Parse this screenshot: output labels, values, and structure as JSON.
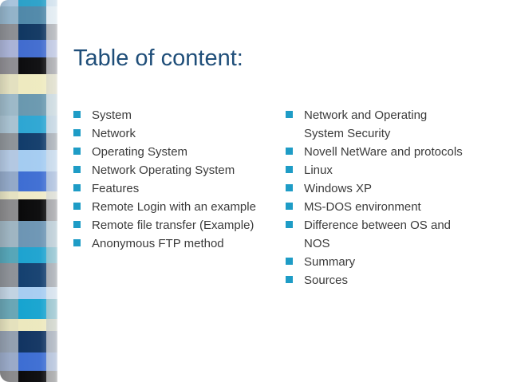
{
  "slide": {
    "title": "Table of content:",
    "colors": {
      "title": "#1f4e79",
      "text": "#3b3b3b",
      "bullet": "#1e9cc6",
      "background": "#ffffff"
    },
    "columns": [
      {
        "items": [
          "System",
          "Network",
          "Operating System",
          "Network Operating System",
          "Features",
          "Remote Login with an example",
          "Remote file transfer (Example)",
          "Anonymous FTP method"
        ]
      },
      {
        "items": [
          "Network and Operating System Security",
          "Novell NetWare and protocols",
          "Linux",
          "Windows XP",
          "MS-DOS environment",
          "Difference between OS and NOS",
          "Summary",
          "Sources"
        ]
      }
    ]
  },
  "mosaic": {
    "bands": [
      {
        "h": 8,
        "l": "#a9c4dc",
        "c": "#29a0c8",
        "r": "#c9dcea"
      },
      {
        "h": 22,
        "l": "#93b3c9",
        "c": "#4e87a8",
        "r": "#dbe7ef"
      },
      {
        "h": 20,
        "l": "#8d8f94",
        "c": "#0e3560",
        "r": "#a3a7ad"
      },
      {
        "h": 22,
        "l": "#aab3d6",
        "c": "#3f6ace",
        "r": "#b3bddd"
      },
      {
        "h": 21,
        "l": "#8f8e93",
        "c": "#0a0a0c",
        "r": "#9a9ba0"
      },
      {
        "h": 25,
        "l": "#e3e0c0",
        "c": "#eeeabf",
        "r": "#d9d8c2"
      },
      {
        "h": 27,
        "l": "#9db9c8",
        "c": "#6897ae",
        "r": "#c2d3da"
      },
      {
        "h": 22,
        "l": "#a9c2d1",
        "c": "#2ba5d2",
        "r": "#b9cedd"
      },
      {
        "h": 21,
        "l": "#8f9499",
        "c": "#0f3a69",
        "r": "#9aa2ab"
      },
      {
        "h": 27,
        "l": "#b3c8e2",
        "c": "#a3cbf1",
        "r": "#bdd3e8"
      },
      {
        "h": 25,
        "l": "#93a9c8",
        "c": "#3c6cd2",
        "r": "#a0b6d8"
      },
      {
        "h": 10,
        "l": "#e5e2c2",
        "c": "#efeac6",
        "r": "#d6d8cd"
      },
      {
        "h": 27,
        "l": "#8c8c8e",
        "c": "#070708",
        "r": "#97989c"
      },
      {
        "h": 33,
        "l": "#9fb5c2",
        "c": "#6b94b3",
        "r": "#b0c4cf"
      },
      {
        "h": 20,
        "l": "#57a6b8",
        "c": "#1ba2cf",
        "r": "#7db8c8"
      },
      {
        "h": 30,
        "l": "#8e9298",
        "c": "#123e6e",
        "r": "#9aa0a8"
      },
      {
        "h": 15,
        "l": "#c2d3e2",
        "c": "#a6ccf1",
        "r": "#cddcea"
      },
      {
        "h": 25,
        "l": "#6aa6b5",
        "c": "#14a3cf",
        "r": "#8abcc8"
      },
      {
        "h": 15,
        "l": "#e4e1bd",
        "c": "#ece8bd",
        "r": "#c8cdc2"
      },
      {
        "h": 27,
        "l": "#94a0b0",
        "c": "#0f3260",
        "r": "#9fa8b5"
      },
      {
        "h": 23,
        "l": "#9aaac8",
        "c": "#3b6cd2",
        "r": "#a8b8d5"
      },
      {
        "h": 14,
        "l": "#8b8b8d",
        "c": "#08080a",
        "r": "#969798"
      }
    ]
  }
}
